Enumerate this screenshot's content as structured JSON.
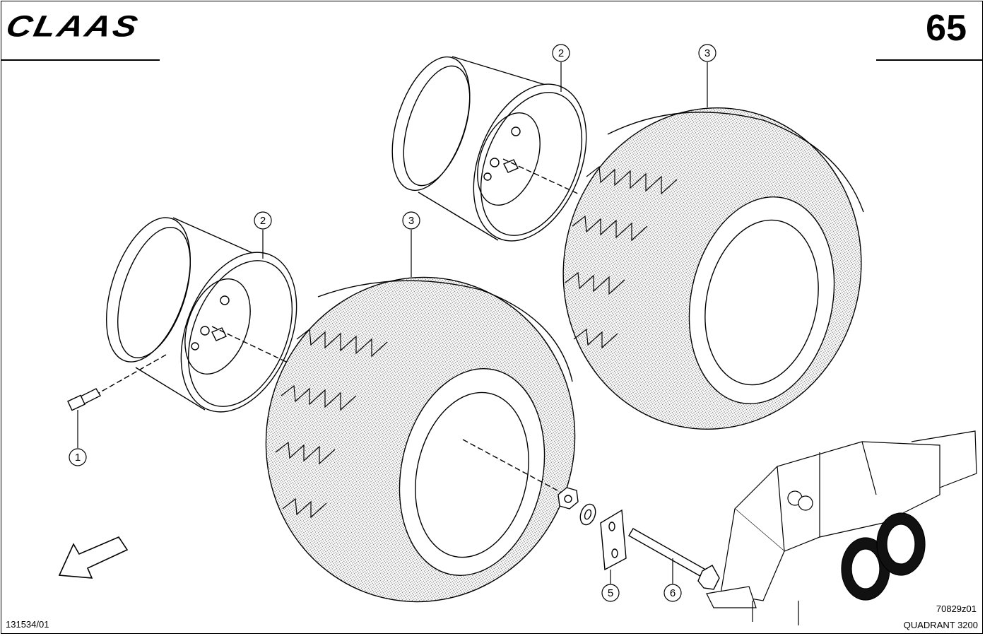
{
  "header": {
    "brand": "CLAAS",
    "page_number": "65"
  },
  "footer": {
    "document_ref": "131534/01",
    "figure_ref": "70829z01",
    "model": "QUADRANT 3200"
  },
  "callouts": [
    "1",
    "2",
    "2",
    "3",
    "3",
    "5",
    "6"
  ],
  "colors": {
    "ink": "#000000",
    "paper": "#ffffff",
    "tread_shade": "#b8b8b8"
  }
}
